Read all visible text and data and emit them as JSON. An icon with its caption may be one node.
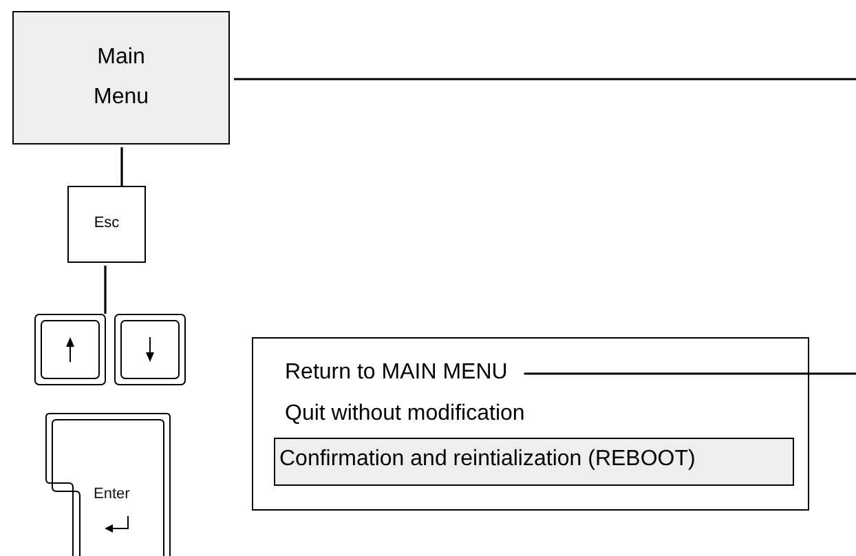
{
  "diagram": {
    "nodes": [
      {
        "text": [
          "Main Menu"
        ]
      },
      {
        "text": [
          "Esc"
        ]
      },
      {
        "text": [],
        "shape": "box"
      },
      {
        "text": [],
        "shape": "box"
      },
      {
        "text": [
          "Enter"
        ]
      },
      {
        "text": [],
        "shape": "box"
      },
      {
        "text": [
          "Return to MAIN MENU"
        ],
        "in": 5
      },
      {
        "text": [
          "Quit without modification"
        ],
        "in": 5
      },
      {
        "text": [
          "Confirmation and reintialization (REBOOT)"
        ],
        "in": 5
      }
    ],
    "edges": [
      {
        "from": 0,
        "to": null,
        "arrow": "none"
      },
      {
        "from": 0,
        "to": 1,
        "arrow": "none"
      },
      {
        "from": 1,
        "to": 2,
        "arrow": "none"
      },
      {
        "from": 6,
        "to": null,
        "arrow": "none"
      }
    ]
  }
}
